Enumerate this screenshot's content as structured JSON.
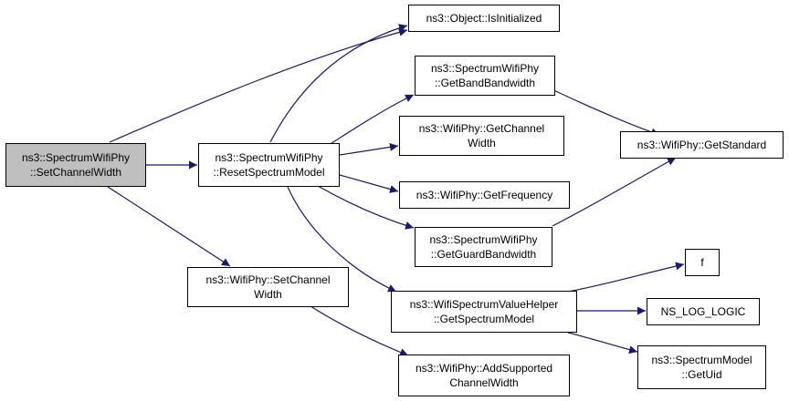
{
  "colors": {
    "edge": "#191970",
    "root_fill": "#bfbfbf",
    "node_fill": "#ffffff",
    "border": "#000000"
  },
  "nodes": {
    "set_channel_width": {
      "lines": [
        "ns3::SpectrumWifiPhy",
        "::SetChannelWidth"
      ]
    },
    "reset_spectrum_model": {
      "lines": [
        "ns3::SpectrumWifiPhy",
        "::ResetSpectrumModel"
      ]
    },
    "wifiphy_set_channel_width": {
      "lines": [
        "ns3::WifiPhy::SetChannel",
        "Width"
      ]
    },
    "object_is_initialized": {
      "lines": [
        "ns3::Object::IsInitialized"
      ]
    },
    "get_band_bandwidth": {
      "lines": [
        "ns3::SpectrumWifiPhy",
        "::GetBandBandwidth"
      ]
    },
    "get_channel_width": {
      "lines": [
        "ns3::WifiPhy::GetChannel",
        "Width"
      ]
    },
    "get_frequency": {
      "lines": [
        "ns3::WifiPhy::GetFrequency"
      ]
    },
    "get_guard_bandwidth": {
      "lines": [
        "ns3::SpectrumWifiPhy",
        "::GetGuardBandwidth"
      ]
    },
    "get_spectrum_model": {
      "lines": [
        "ns3::WifiSpectrumValueHelper",
        "::GetSpectrumModel"
      ]
    },
    "add_supported_channel_width": {
      "lines": [
        "ns3::WifiPhy::AddSupported",
        "ChannelWidth"
      ]
    },
    "get_standard": {
      "lines": [
        "ns3::WifiPhy::GetStandard"
      ]
    },
    "f": {
      "lines": [
        "f"
      ]
    },
    "ns_log_logic": {
      "lines": [
        "NS_LOG_LOGIC"
      ]
    },
    "spectrum_model_get_uid": {
      "lines": [
        "ns3::SpectrumModel",
        "::GetUid"
      ]
    }
  }
}
